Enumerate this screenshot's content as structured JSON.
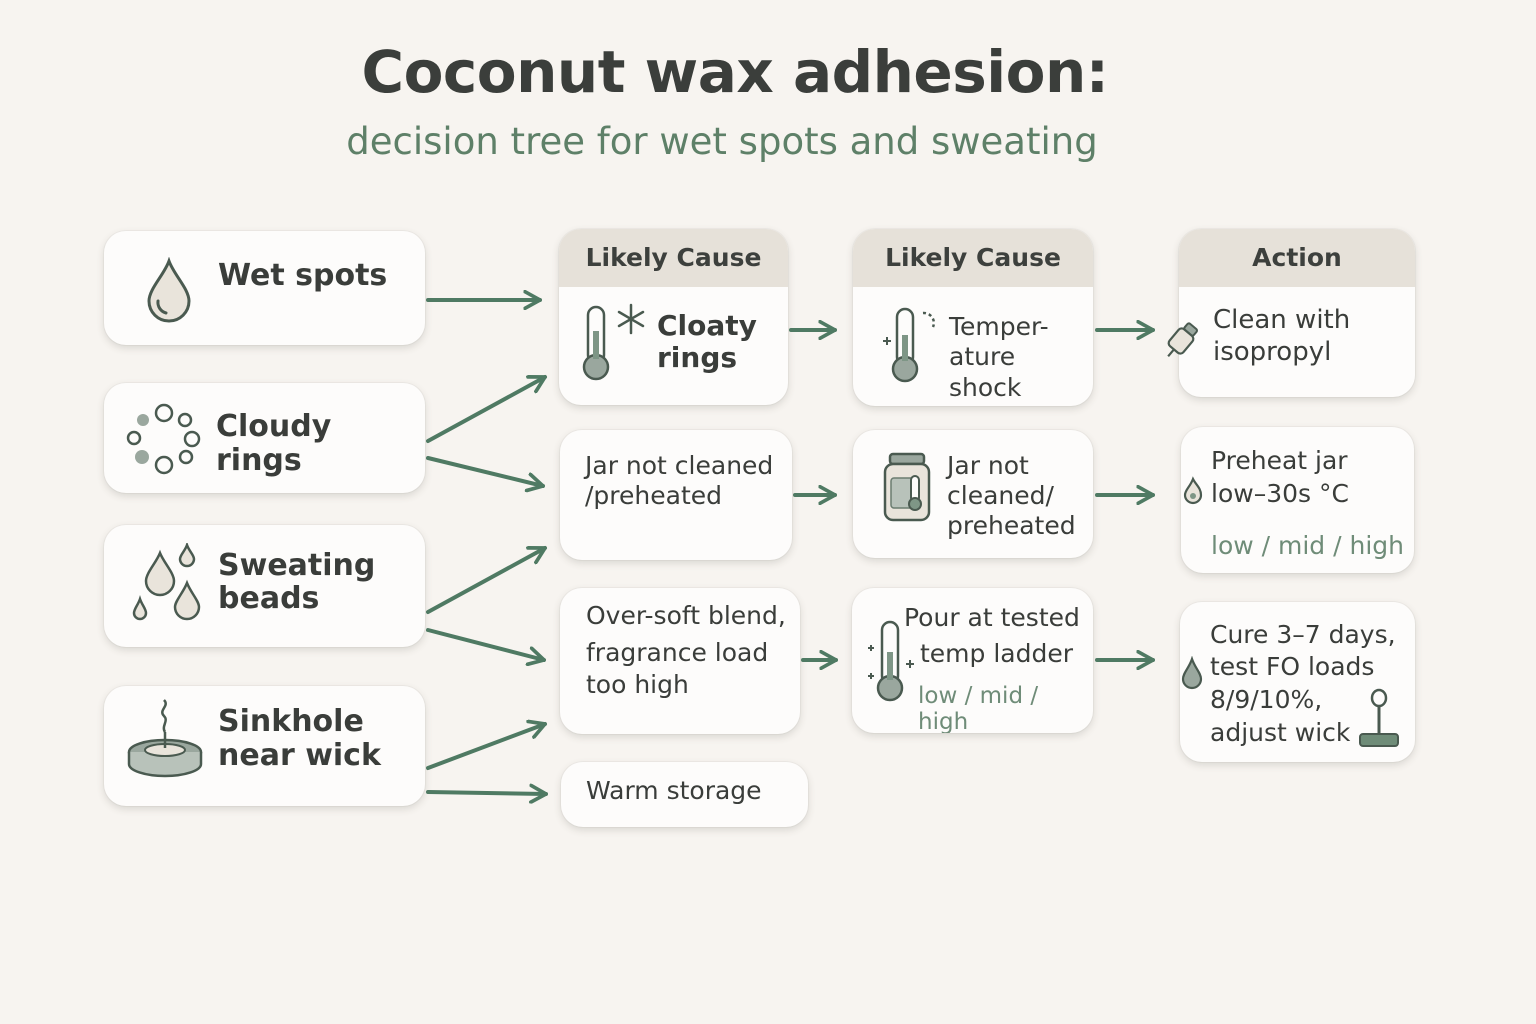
{
  "title": "Coconut wax adhesion:",
  "subtitle": "decision tree for wet spots and sweating",
  "symptoms": [
    {
      "label": "Wet spots",
      "icon": "droplet-icon"
    },
    {
      "label": "Cloudy rings",
      "icon": "dotted-ring-icon"
    },
    {
      "label_line1": "Sweating",
      "label_line2": "beads",
      "icon": "droplets-icon"
    },
    {
      "label_line1": "Sinkhole",
      "label_line2": "near wick",
      "icon": "sinkhole-candle-icon"
    }
  ],
  "causes1": {
    "header": "Likely Cause",
    "items": [
      {
        "line1": "Cloaty",
        "line2": "rings",
        "icon": "thermometer-snowflake-icon"
      },
      {
        "line1": "Jar not cleaned",
        "line2": "/preheated"
      },
      {
        "line1": "Over-soft blend,",
        "line2": "fragrance load",
        "line3": "too high"
      },
      {
        "line1": "Warm storage"
      }
    ]
  },
  "causes2": {
    "header": "Likely Cause",
    "items": [
      {
        "line1": "Temper-",
        "line2": "ature",
        "line3": "shock",
        "icon": "thermometer-icon"
      },
      {
        "line1": "Jar not",
        "line2": "cleaned/",
        "line3": "preheated",
        "icon": "jar-thermometer-icon"
      },
      {
        "line1": "Pour at tested",
        "line2": "temp ladder",
        "ladder": "low / mid / high",
        "icon": "thermometer-icon"
      }
    ]
  },
  "actions": {
    "header": "Action",
    "items": [
      {
        "line1": "Clean with",
        "line2": "isopropyl",
        "icon": "dropper-bottle-icon"
      },
      {
        "line1": "Preheat jar",
        "line2": "low–30s °C",
        "ladder": "low / mid / high",
        "icon": "heat-icon"
      },
      {
        "line1": "Cure 3–7 days,",
        "line2": "test FO loads",
        "line3": "8/9/10%,",
        "line4": "adjust wick",
        "icon": "wick-icon"
      }
    ]
  },
  "colors": {
    "accent": "#5e8068",
    "arrow": "#4f7a63",
    "card": "#fdfcfb",
    "header": "#e6e1d9",
    "background": "#f7f4f0"
  }
}
